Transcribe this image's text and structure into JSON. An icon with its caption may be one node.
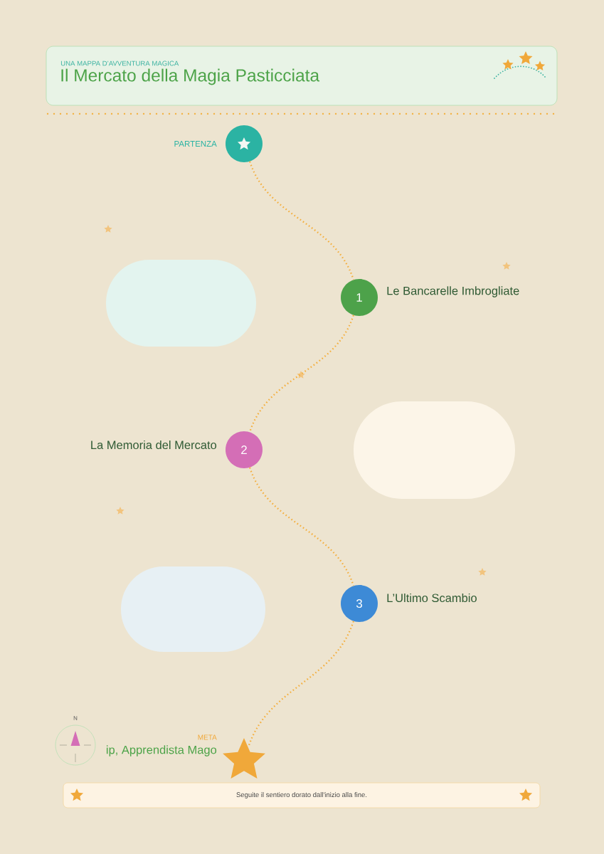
{
  "diagram": {
    "nodes": [
      {
        "text": [
          "UNA MAPPA D’AVVENTURA MAGICA",
          "Il Mercato della Magia Pasticciata"
        ]
      },
      {
        "text": [],
        "shape": "circle",
        "beside": [
          "PARTENZA"
        ]
      },
      {
        "text": [],
        "shape": "box"
      },
      {
        "text": [
          "1"
        ],
        "beside": [
          "Le Bancarelle Imbrogliate"
        ]
      },
      {
        "text": [
          "2"
        ],
        "beside": [
          "La Memoria del Mercato"
        ]
      },
      {
        "text": [],
        "shape": "box"
      },
      {
        "text": [],
        "shape": "box"
      },
      {
        "text": [
          "3"
        ],
        "beside": [
          "L’Ultimo Scambio"
        ]
      },
      {
        "text": [],
        "shape": "star",
        "beside": [
          "META"
        ]
      },
      {
        "text": [
          "Seguite il sentiero dorato dall'inizio alla fine."
        ]
      }
    ],
    "edges": [
      {
        "from": 1,
        "to": 3,
        "arrow": "none"
      },
      {
        "from": 3,
        "to": 4,
        "arrow": "none"
      },
      {
        "from": 4,
        "to": 7,
        "arrow": "none"
      },
      {
        "from": 7,
        "to": 8,
        "arrow": "none"
      }
    ],
    "labels": [
      "N",
      "ip, Apprendista Mago"
    ]
  }
}
